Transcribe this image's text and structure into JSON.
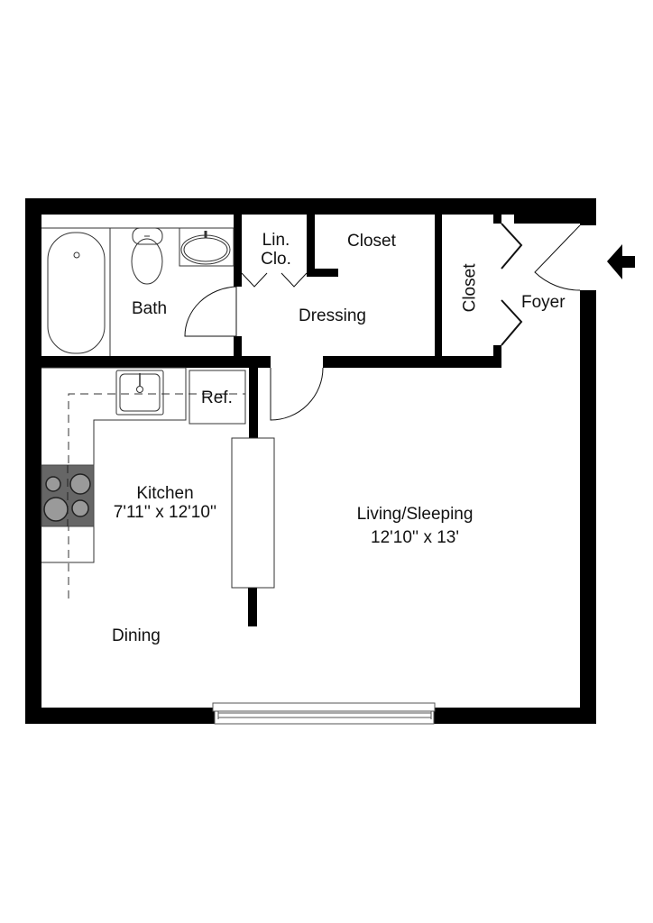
{
  "plan": {
    "wall_color": "#000000",
    "fixture_stroke": "#333333",
    "stove_color": "#666666",
    "burner_color": "#9a9a9a",
    "entry_arrow": "entry-arrow-icon"
  },
  "rooms": {
    "bath": {
      "label": "Bath"
    },
    "linen": {
      "line1": "Lin.",
      "line2": "Clo."
    },
    "closet_top": {
      "label": "Closet"
    },
    "closet_side": {
      "label": "Closet"
    },
    "foyer": {
      "label": "Foyer"
    },
    "dressing": {
      "label": "Dressing"
    },
    "refrigerator": {
      "label": "Ref."
    },
    "kitchen": {
      "label": "Kitchen",
      "dimensions": "7'11'' x 12'10''"
    },
    "living": {
      "label": "Living/Sleeping",
      "dimensions": "12'10'' x 13'"
    },
    "dining": {
      "label": "Dining"
    }
  }
}
